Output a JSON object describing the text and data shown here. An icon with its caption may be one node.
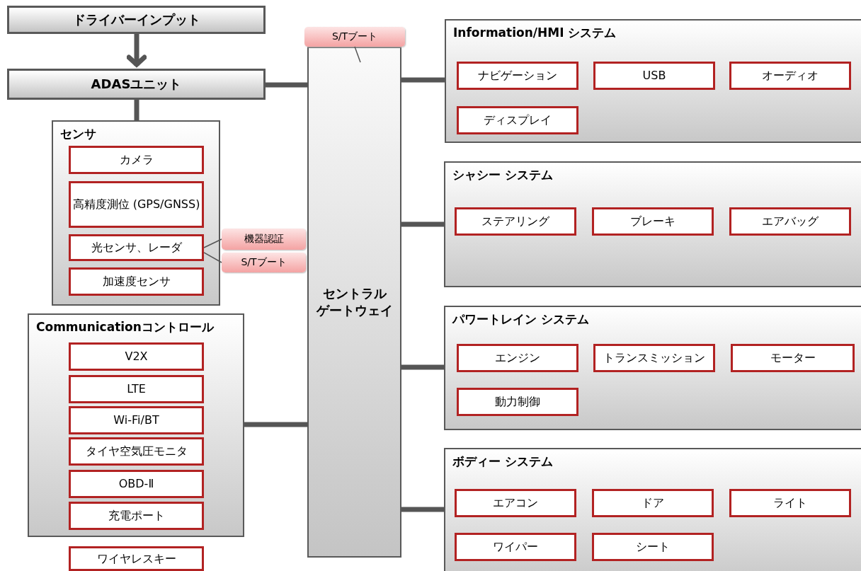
{
  "diagram": {
    "nodes": [
      {
        "text": [
          "ドライバーインプット"
        ]
      },
      {
        "text": [
          "ADASユニット"
        ]
      },
      {
        "text": [
          "センサ"
        ]
      },
      {
        "text": [
          "カメラ"
        ],
        "in": 2
      },
      {
        "text": [
          "高精度測位 (GPS/GNSS)"
        ],
        "in": 2
      },
      {
        "text": [
          "光センサ、レーダ"
        ],
        "in": 2
      },
      {
        "text": [
          "加速度センサ"
        ],
        "in": 2
      },
      {
        "text": [
          "機器認証"
        ]
      },
      {
        "text": [
          "S/Tブート"
        ]
      },
      {
        "text": [
          "Communicationコントロール"
        ]
      },
      {
        "text": [
          "V2X"
        ],
        "in": 9
      },
      {
        "text": [
          "LTE"
        ],
        "in": 9
      },
      {
        "text": [
          "Wi-Fi/BT"
        ],
        "in": 9
      },
      {
        "text": [
          "タイヤ空気圧モニタ"
        ],
        "in": 9
      },
      {
        "text": [
          "OBD-Ⅱ"
        ],
        "in": 9
      },
      {
        "text": [
          "充電ポート"
        ],
        "in": 9
      },
      {
        "text": [
          "ワイヤレスキー"
        ]
      },
      {
        "text": [
          "セントラルゲートウェイ"
        ]
      },
      {
        "text": [
          "S/Tブート"
        ]
      },
      {
        "text": [
          "Information/HMI システム"
        ]
      },
      {
        "text": [
          "ナビゲーション"
        ],
        "in": 19
      },
      {
        "text": [
          "USB"
        ],
        "in": 19
      },
      {
        "text": [
          "オーディオ"
        ],
        "in": 19
      },
      {
        "text": [
          "ディスプレイ"
        ],
        "in": 19
      },
      {
        "text": [
          "シャシー システム"
        ]
      },
      {
        "text": [
          "ステアリング"
        ],
        "in": 24
      },
      {
        "text": [
          "ブレーキ"
        ],
        "in": 24
      },
      {
        "text": [
          "エアバッグ"
        ],
        "in": 24
      },
      {
        "text": [
          "パワートレイン システム"
        ]
      },
      {
        "text": [
          "エンジン"
        ],
        "in": 28
      },
      {
        "text": [
          "トランスミッション"
        ],
        "in": 28
      },
      {
        "text": [
          "モーター"
        ],
        "in": 28
      },
      {
        "text": [
          "動力制御"
        ],
        "in": 28
      },
      {
        "text": [
          "ボディー システム"
        ]
      },
      {
        "text": [
          "エアコン"
        ],
        "in": 33
      },
      {
        "text": [
          "ドア"
        ],
        "in": 33
      },
      {
        "text": [
          "ライト"
        ],
        "in": 33
      },
      {
        "text": [
          "ワイパー"
        ],
        "in": 33
      },
      {
        "text": [
          "シート"
        ],
        "in": 33
      }
    ],
    "edges": [
      {
        "from": 0,
        "to": 1,
        "arrow": "to"
      },
      {
        "from": 1,
        "to": 17,
        "arrow": "none"
      },
      {
        "from": 1,
        "to": 2,
        "arrow": "none"
      },
      {
        "from": 5,
        "to": 7,
        "arrow": "none"
      },
      {
        "from": 5,
        "to": 8,
        "arrow": "none"
      },
      {
        "from": 18,
        "to": 17,
        "arrow": "none"
      },
      {
        "from": 9,
        "to": 17,
        "arrow": "none"
      },
      {
        "from": 17,
        "to": 19,
        "arrow": "none"
      },
      {
        "from": 17,
        "to": 24,
        "arrow": "none"
      },
      {
        "from": 17,
        "to": 28,
        "arrow": "none"
      },
      {
        "from": 17,
        "to": 33,
        "arrow": "none"
      }
    ]
  }
}
